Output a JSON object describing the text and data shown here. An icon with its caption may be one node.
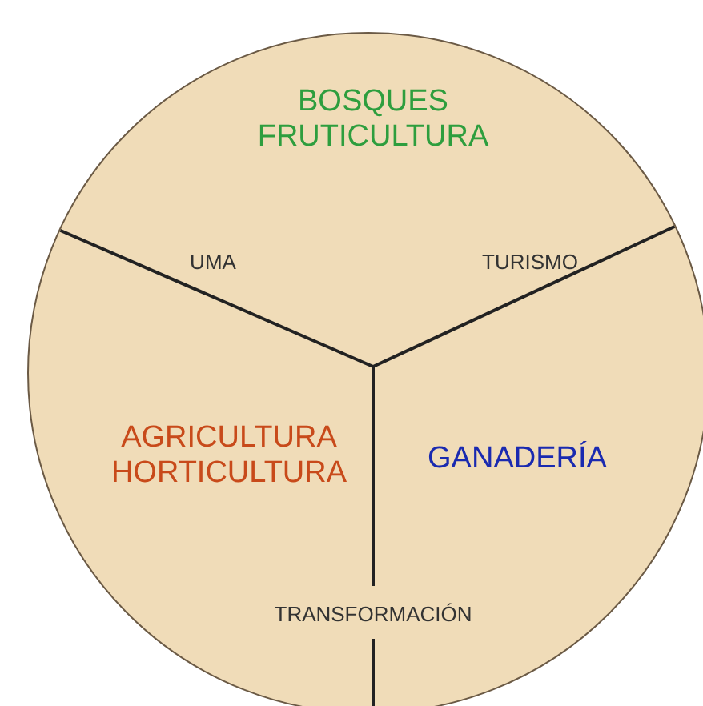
{
  "diagram": {
    "nodes": [
      {
        "text": [],
        "shape": "circle"
      },
      {
        "text": [
          "BOSQUES FRUTICULTURA"
        ],
        "in": 0
      },
      {
        "text": [
          "AGRICULTURA HORTICULTURA"
        ],
        "in": 0
      },
      {
        "text": [
          "GANADERÍA"
        ],
        "in": 0
      }
    ],
    "labels": [
      "UMA",
      "TURISMO",
      "TRANSFORMACIÓN"
    ]
  }
}
